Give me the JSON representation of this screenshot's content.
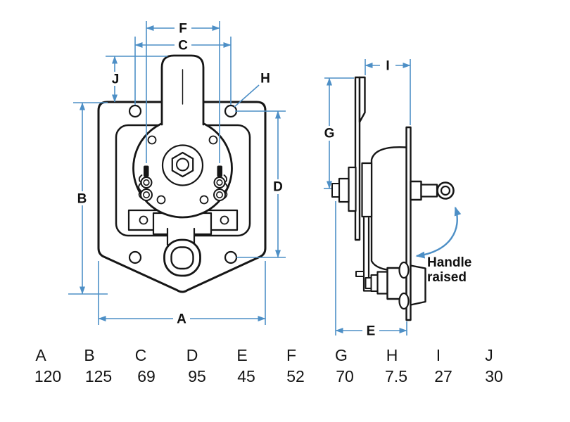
{
  "drawing": {
    "front_view": {
      "labels": {
        "F": "F",
        "C": "C",
        "J": "J",
        "H": "H",
        "B": "B",
        "D": "D",
        "A": "A"
      }
    },
    "side_view": {
      "labels": {
        "I": "I",
        "G": "G",
        "E": "E"
      },
      "annotation_line1": "Handle",
      "annotation_line2": "raised"
    },
    "colors": {
      "dimension_blue": "#4d8fc6",
      "line_black": "#161616"
    }
  },
  "table": {
    "columns": [
      {
        "letter": "A",
        "value": "120"
      },
      {
        "letter": "B",
        "value": "125"
      },
      {
        "letter": "C",
        "value": "69"
      },
      {
        "letter": "D",
        "value": "95"
      },
      {
        "letter": "E",
        "value": "45"
      },
      {
        "letter": "F",
        "value": "52"
      },
      {
        "letter": "G",
        "value": "70"
      },
      {
        "letter": "H",
        "value": "7.5"
      },
      {
        "letter": "I",
        "value": "27"
      },
      {
        "letter": "J",
        "value": "30"
      }
    ]
  }
}
